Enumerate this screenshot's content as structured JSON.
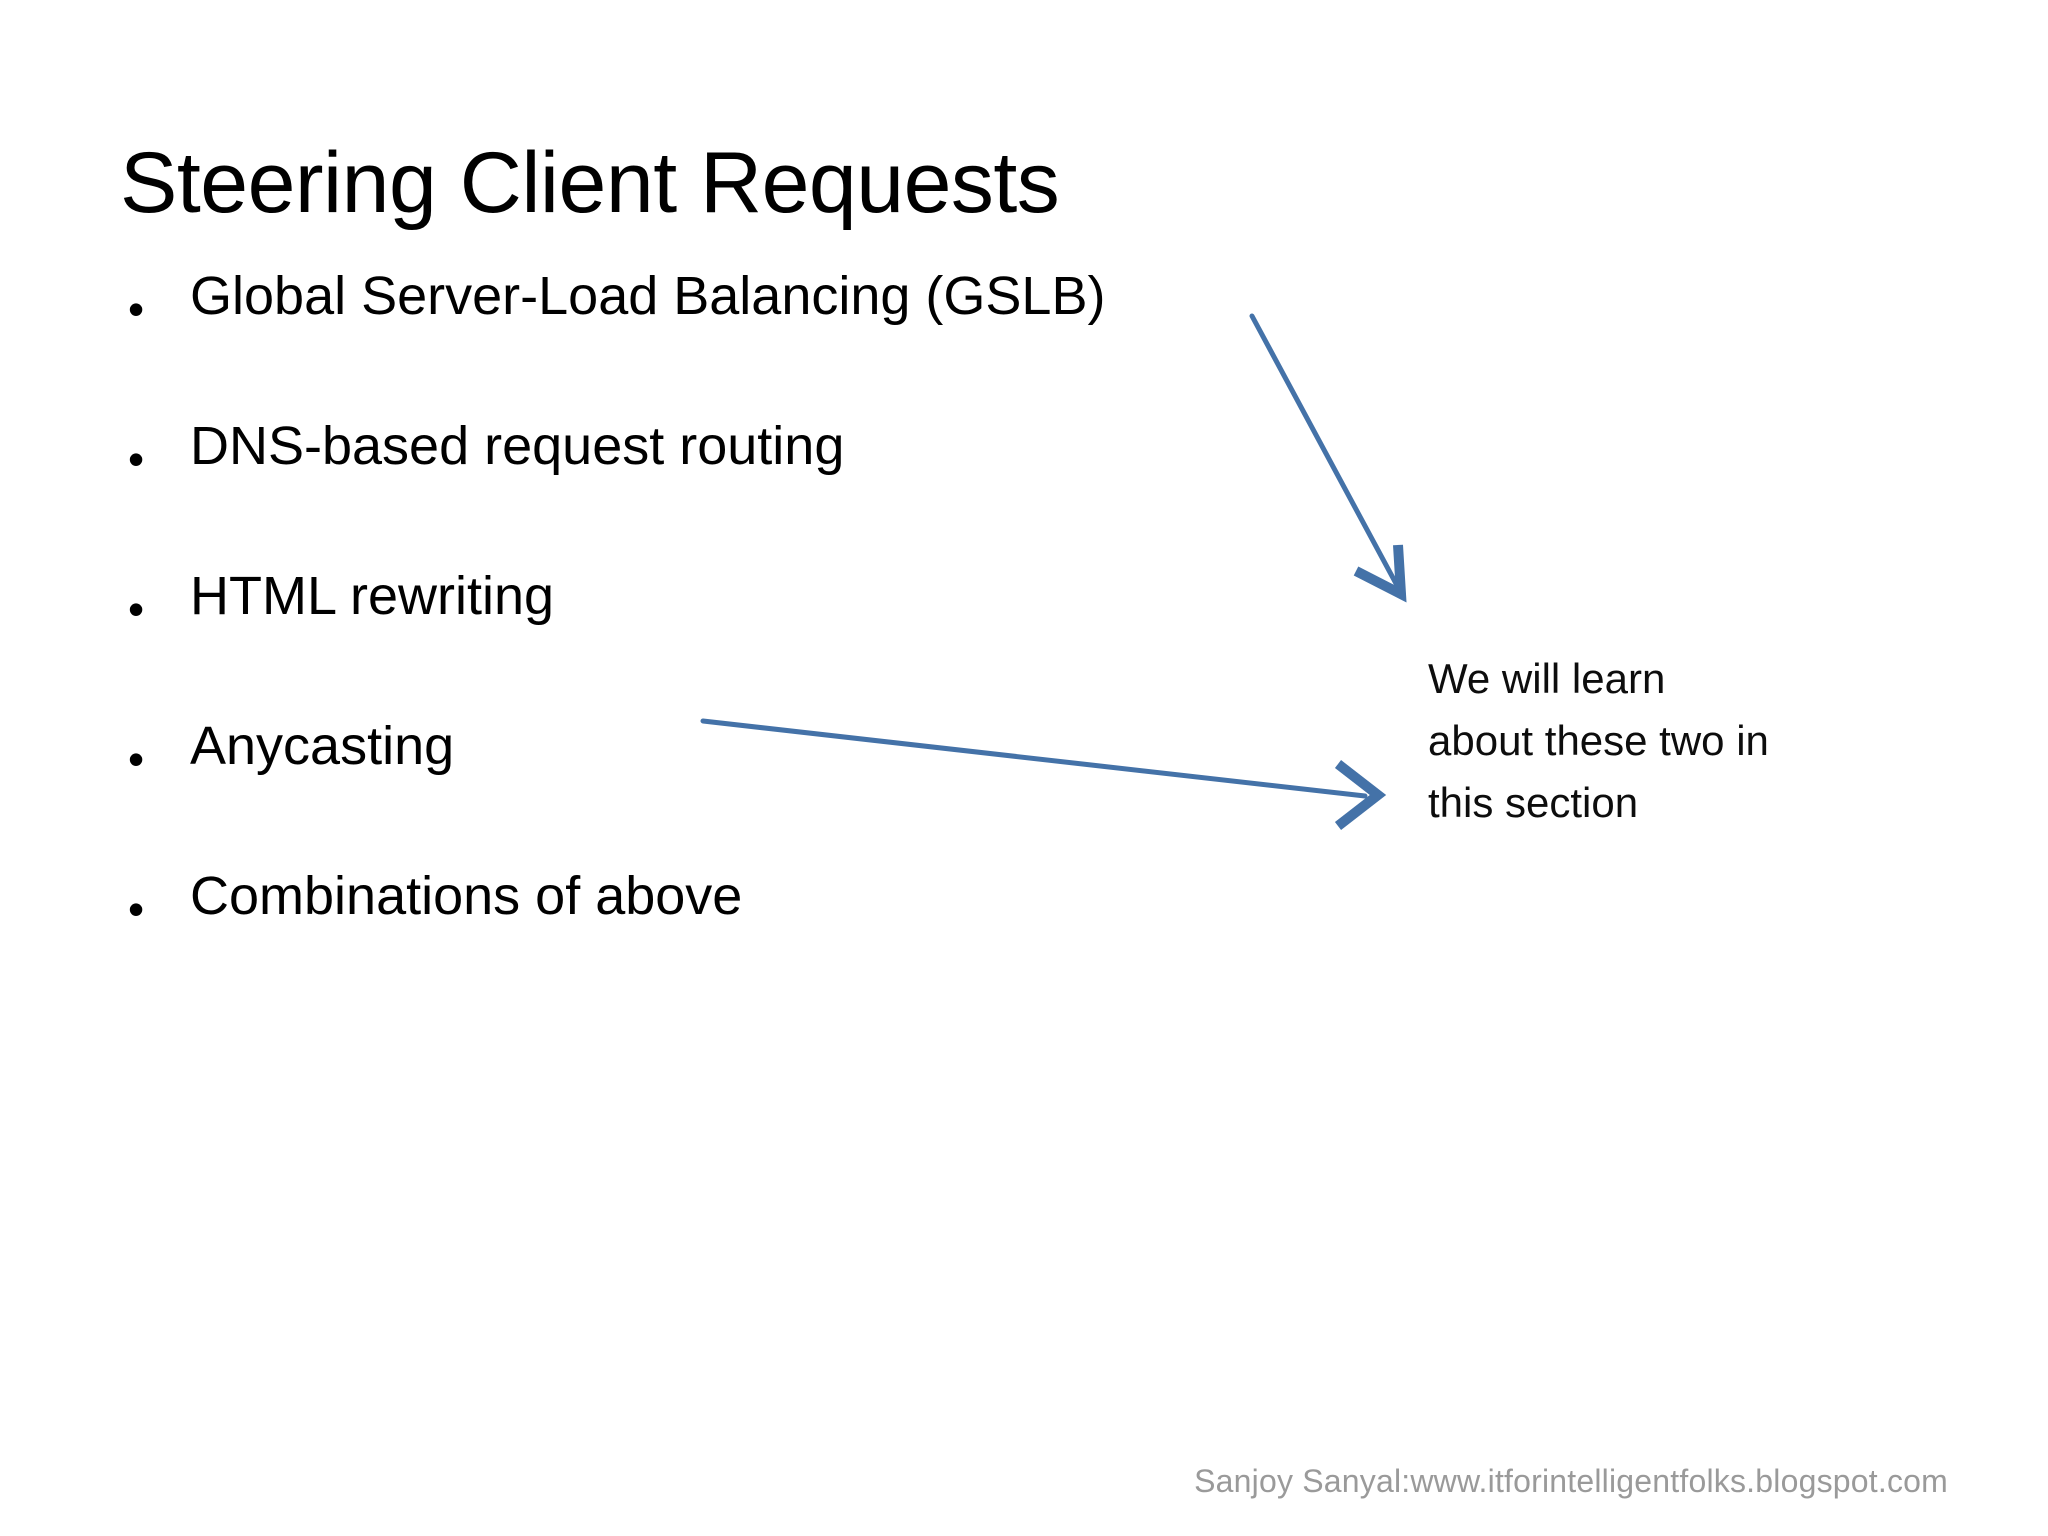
{
  "slide": {
    "title": "Steering Client Requests",
    "background_color": "#ffffff",
    "text_color": "#000000",
    "accent_color": "#4472A8"
  },
  "bullets": [
    {
      "marker": "•",
      "text": "Global Server-Load Balancing (GSLB)"
    },
    {
      "marker": "•",
      "text": "DNS-based request routing"
    },
    {
      "marker": "•",
      "text": "HTML rewriting"
    },
    {
      "marker": "•",
      "text": "Anycasting"
    },
    {
      "marker": "•",
      "text": "Combinations of above"
    }
  ],
  "callout": {
    "line1": "We will learn",
    "line2": "about these two in",
    "line3": "this section",
    "full_text": "We will learn about these two in this section"
  },
  "annotations": [
    {
      "name": "arrow-to-gslb",
      "points_from": "callout note",
      "points_to": "Global Server-Load Balancing (GSLB)",
      "color": "#4472A8"
    },
    {
      "name": "arrow-to-html-rewriting",
      "points_from": "HTML rewriting",
      "points_to": "callout note",
      "color": "#4472A8"
    }
  ],
  "footer": {
    "credit": "Sanjoy Sanyal:www.itforintelligentfolks.blogspot.com",
    "color": "#9a9a9a"
  }
}
